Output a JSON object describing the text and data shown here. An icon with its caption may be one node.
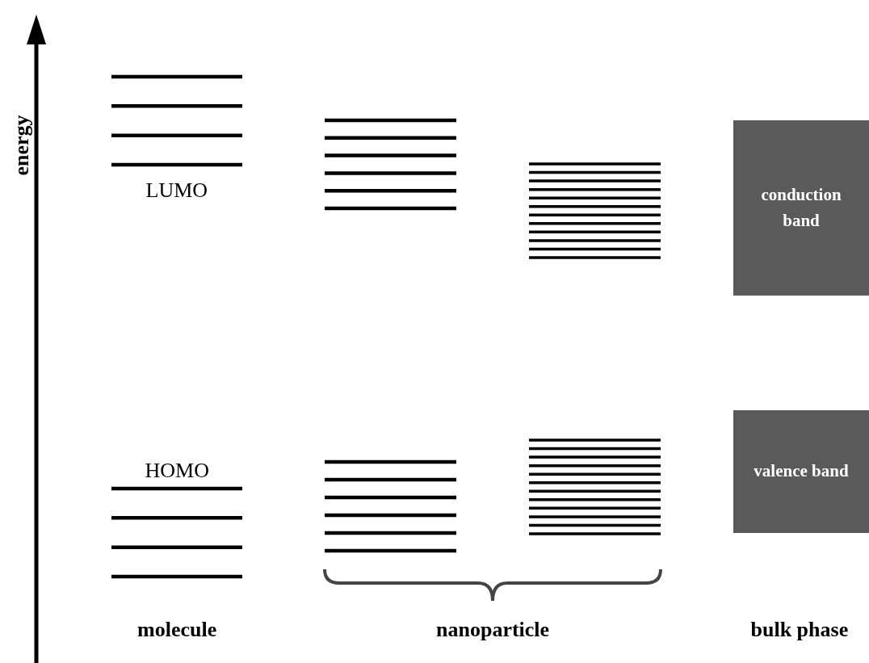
{
  "diagram": {
    "nodes": [
      {
        "text": [
          "conduction band"
        ]
      },
      {
        "text": [
          "valence band"
        ]
      }
    ],
    "labels": [
      "energy",
      "LUMO",
      "HOMO",
      "molecule",
      "nanoparticle",
      "bulk phase"
    ]
  }
}
